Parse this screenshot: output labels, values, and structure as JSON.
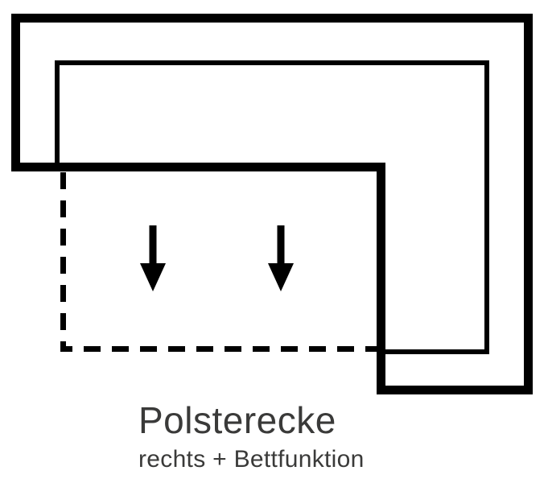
{
  "caption": {
    "title": "Polsterecke",
    "subtitle": "rechts + Bettfunktion"
  },
  "diagram": {
    "type": "corner-sofa-top-view-schematic",
    "orientation": "rechts",
    "feature": "Bettfunktion",
    "arrow_direction": "down",
    "arrow_count": 2,
    "colors": {
      "outline": "#000000",
      "text": "#3a3a39",
      "background": "#ffffff"
    }
  }
}
